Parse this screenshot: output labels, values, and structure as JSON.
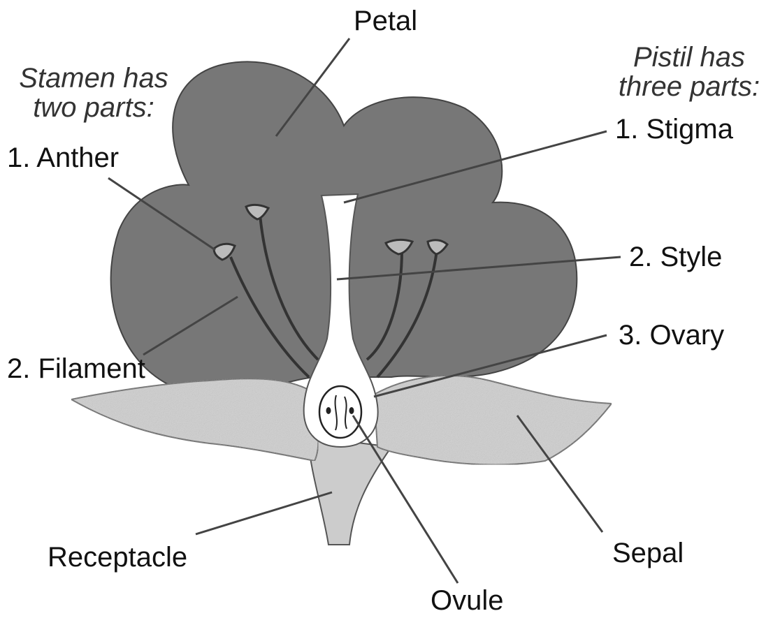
{
  "stamen_note": {
    "line1": "Stamen has",
    "line2": "two parts:"
  },
  "pistil_note": {
    "line1": "Pistil has",
    "line2": "three parts:"
  },
  "labels": {
    "petal": "Petal",
    "anther": "1. Anther",
    "filament": "2. Filament",
    "stigma": "1. Stigma",
    "style": "2. Style",
    "ovary": "3. Ovary",
    "receptacle": "Receptacle",
    "ovule": "Ovule",
    "sepal": "Sepal"
  },
  "colors": {
    "petal": "#777777",
    "sepal": "#cfcfcf",
    "receptacle": "#cccccc",
    "pistil": "#ffffff",
    "outline": "#555555",
    "leader": "#444444"
  }
}
